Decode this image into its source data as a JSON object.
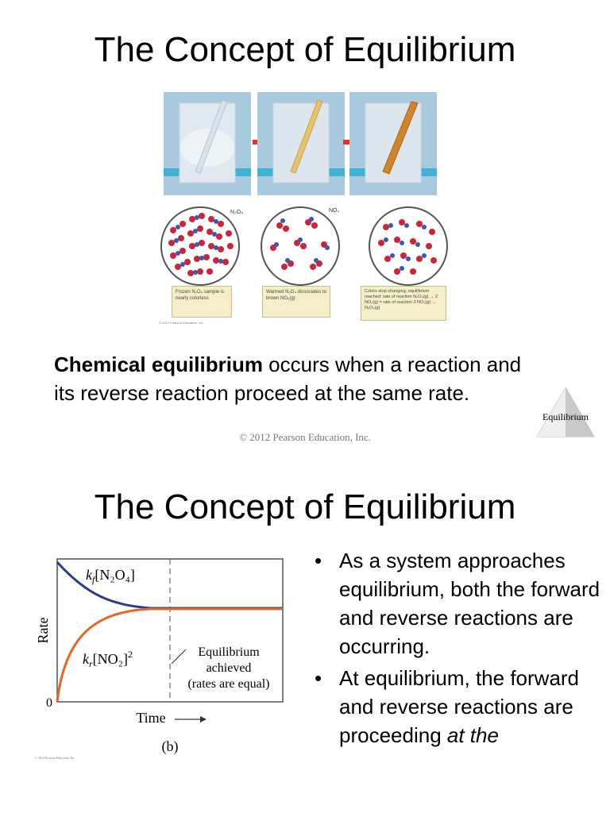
{
  "slide1": {
    "title": "The Concept of Equilibrium",
    "figure": {
      "label_n2o4": "N₂O₄",
      "label_no2": "NO₂",
      "captions": [
        "Frozen N₂O₄ sample is nearly colorless",
        "Warmed N₂O₄ dissociates to brown NO₂(g)",
        "Colors stop changing, equilibrium reached: rate of reaction N₂O₄(g) → 2 NO₂(g) = rate of reaction 2 NO₂(g) → N₂O₄(g)"
      ],
      "credit": "© 2012 Pearson Education, Inc."
    },
    "text_bold": "Chemical equilibrium",
    "text_rest": " occurs when a reaction and its reverse reaction proceed at the same rate.",
    "copyright": "© 2012 Pearson Education, Inc.",
    "badge": "Equilibrium"
  },
  "slide2": {
    "title": "The Concept of Equilibrium",
    "graph": {
      "ylabel": "Rate",
      "xlabel": "Time",
      "zero": "0",
      "forward_k": "k",
      "forward_sub": "f",
      "forward_species": "[N₂O₄]",
      "reverse_k": "k",
      "reverse_sub": "r",
      "reverse_species": "[NO₂]",
      "reverse_exp": "2",
      "annotation": [
        "Equilibrium",
        "achieved",
        "(rates are equal)"
      ],
      "panel": "(b)",
      "credit": "© 2012 Pearson Education, Inc.",
      "colors": {
        "forward": "#2e3a91",
        "reverse": "#e0692a"
      }
    },
    "bullets": [
      {
        "text": "As a system approaches equilibrium, both the forward and reverse reactions are occurring."
      },
      {
        "text_plain": "At equilibrium, the forward and reverse reactions are proceeding ",
        "text_italic": "at the"
      }
    ],
    "bullet_symbol": "•"
  }
}
